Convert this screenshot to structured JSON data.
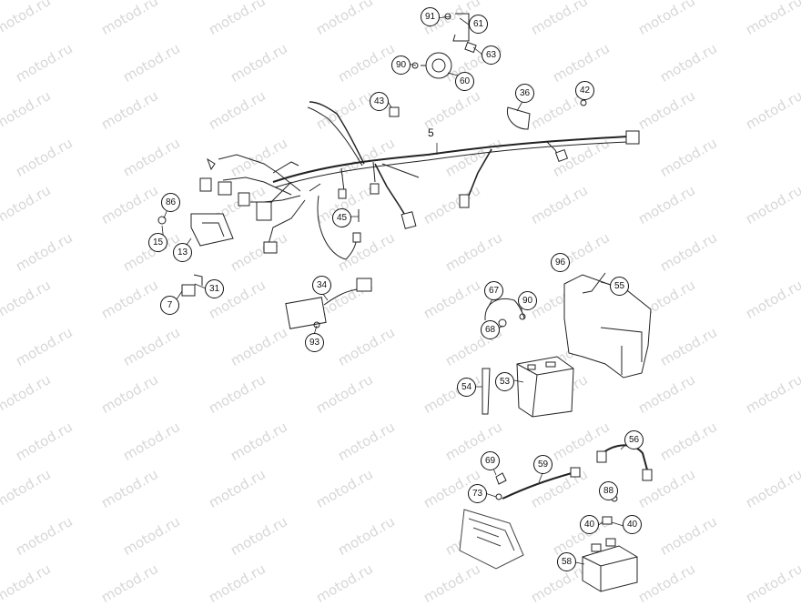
{
  "watermark": "motod.ru",
  "part_numbers": {
    "harness": "5",
    "p91": "91",
    "p61": "61",
    "p63": "63",
    "p90a": "90",
    "p60": "60",
    "p43": "43",
    "p36": "36",
    "p42": "42",
    "p86": "86",
    "p15": "15",
    "p13": "13",
    "p45": "45",
    "p7": "7",
    "p31": "31",
    "p34": "34",
    "p93": "93",
    "p96": "96",
    "p55": "55",
    "p67": "67",
    "p90b": "90",
    "p68": "68",
    "p53": "53",
    "p54": "54",
    "p69": "69",
    "p59": "59",
    "p56": "56",
    "p73": "73",
    "p88": "88",
    "p40a": "40",
    "p40b": "40",
    "p58": "58"
  }
}
